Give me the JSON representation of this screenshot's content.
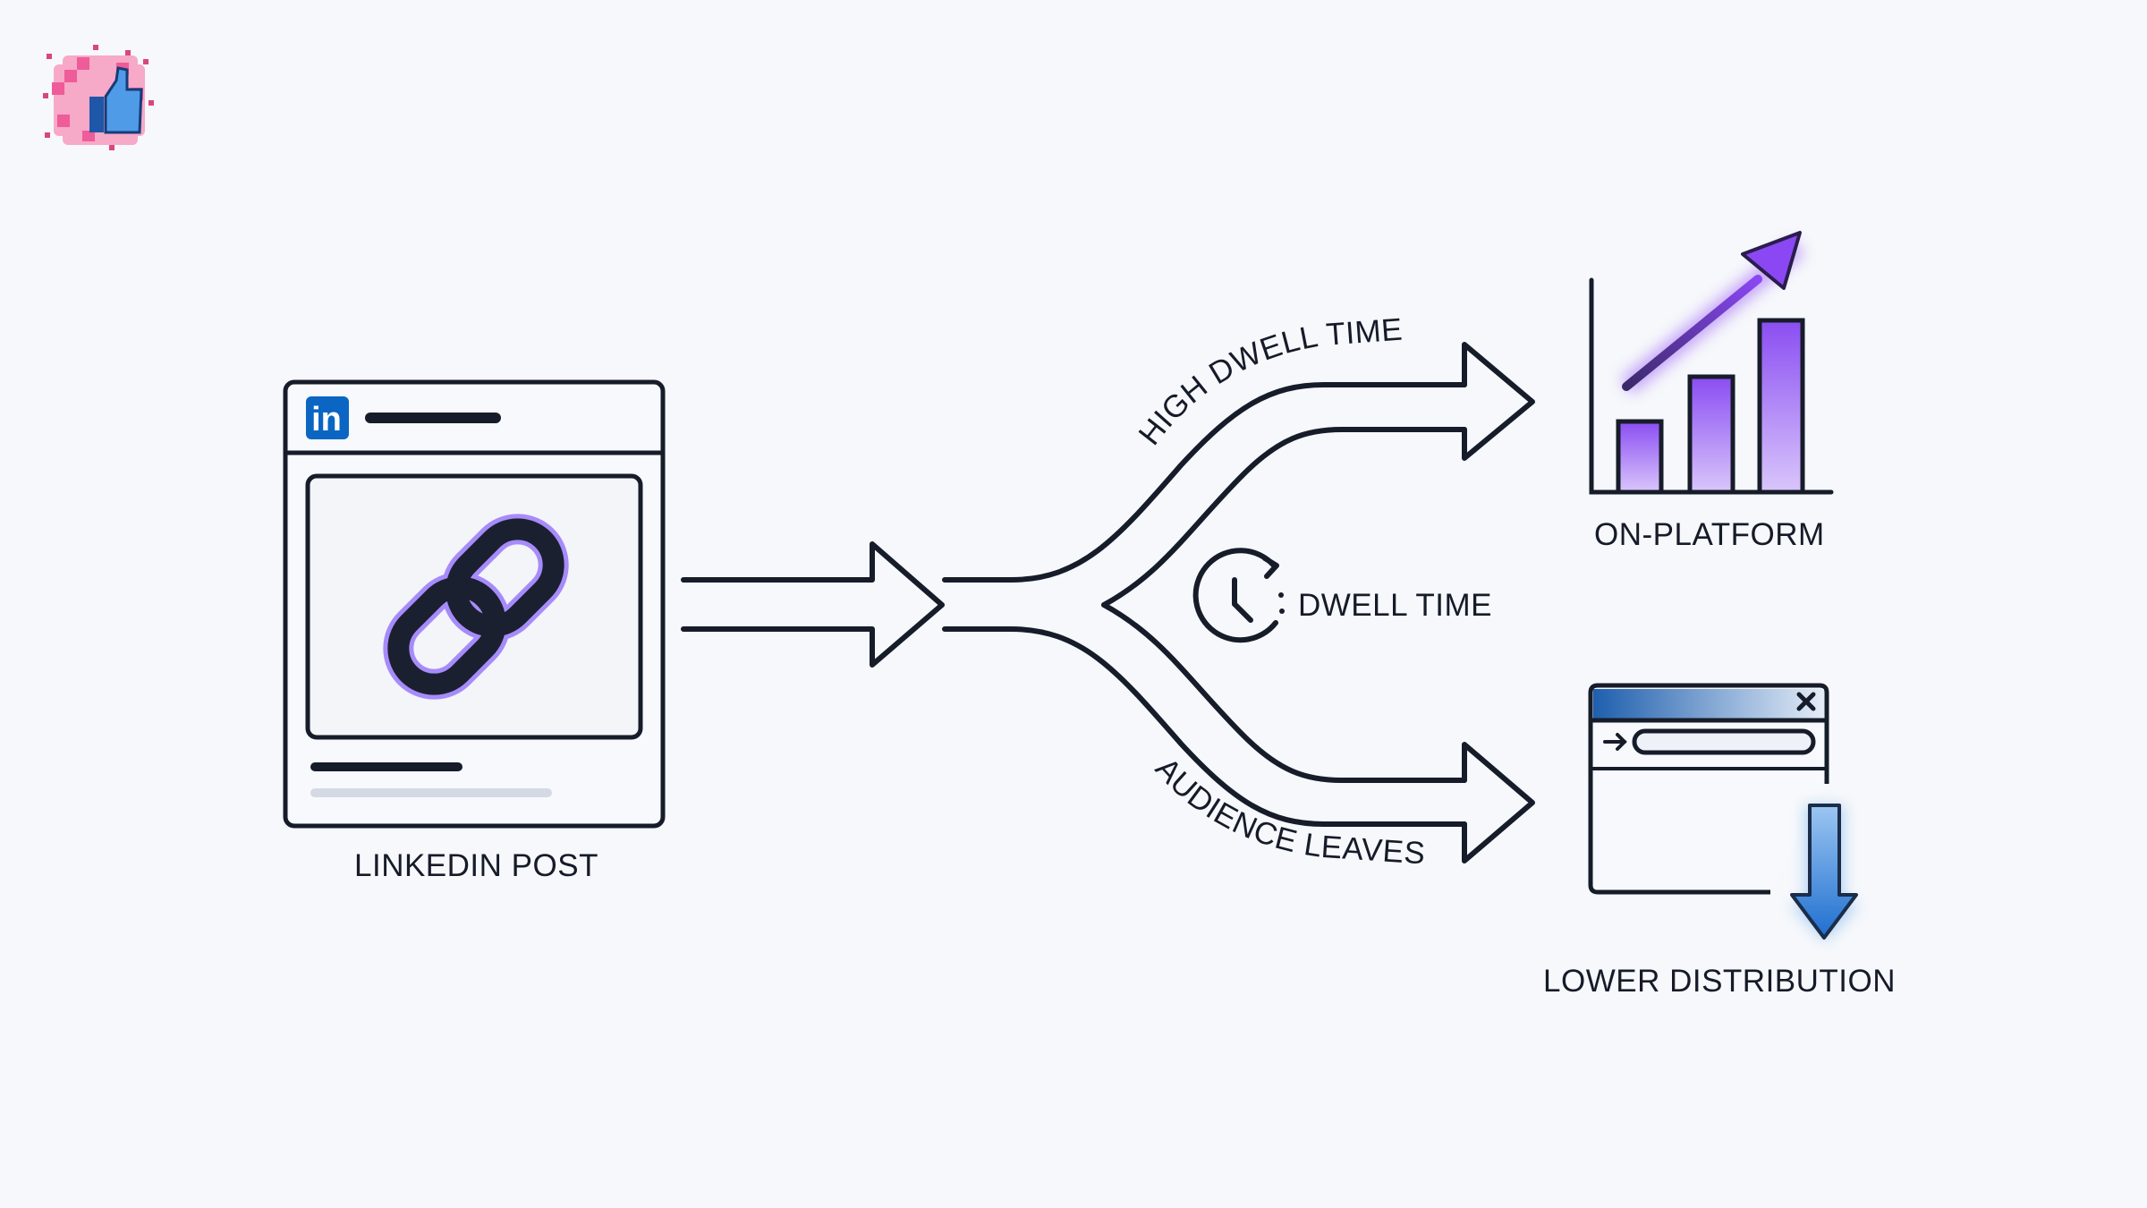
{
  "brand": {
    "logo_icon": "pixel-thumbs-up-icon"
  },
  "post": {
    "label": "LINKEDIN POST",
    "platform_badge": "in",
    "media_icon": "link-icon"
  },
  "flow": {
    "top_path_label": "HIGH DWELL TIME",
    "bottom_path_label": "AUDIENCE LEAVES",
    "center_label": "DWELL TIME",
    "center_icon": "clock-history-icon"
  },
  "outcomes": {
    "top": {
      "label": "ON-PLATFORM",
      "icon": "bar-chart-up-icon"
    },
    "bottom": {
      "label": "LOWER DISTRIBUTION",
      "icon": "browser-window-down-arrow-icon"
    }
  },
  "colors": {
    "ink": "#141a26",
    "linkedin_blue": "#0a66c2",
    "purple_light": "#d8c4fb",
    "purple_mid": "#b48af7",
    "purple_dark": "#7c3aed",
    "blue_arrow": "#2f7fd6",
    "pink": "#f26fa8"
  }
}
